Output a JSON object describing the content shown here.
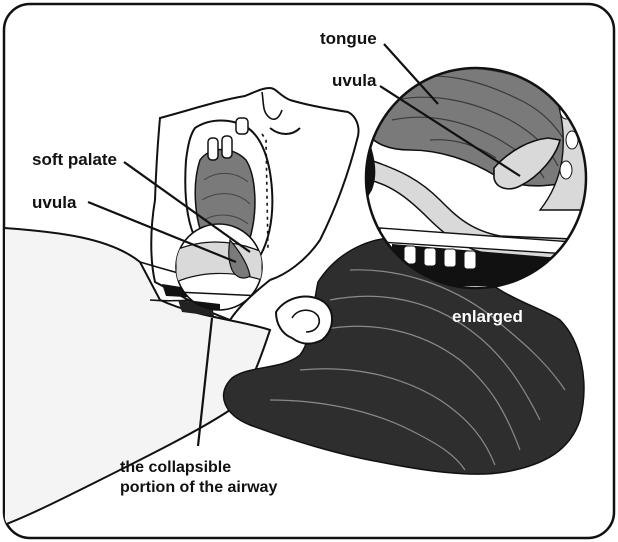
{
  "diagram": {
    "labels": {
      "tongue": "tongue",
      "uvula_enlarged": "uvula",
      "soft_palate": "soft palate",
      "uvula": "uvula",
      "enlarged": "enlarged",
      "airway_line1": "the collapsible",
      "airway_line2": "portion of the airway"
    },
    "colors": {
      "background": "#ffffff",
      "ink": "#111111",
      "hair": "#2e2e2e",
      "tissue_gray": "#7a7a7a",
      "light_gray": "#d9d9d9"
    }
  }
}
